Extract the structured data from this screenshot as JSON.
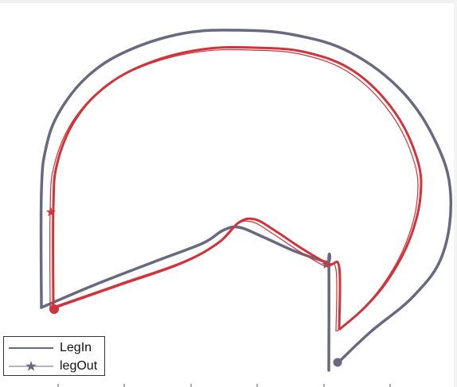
{
  "colors": {
    "legIn": "#686880",
    "legOut": "#d0333a",
    "axis": "#555555"
  },
  "legend": {
    "items": [
      {
        "label": "LegIn",
        "marker": "line"
      },
      {
        "label": "legOut",
        "marker": "star"
      }
    ]
  },
  "chart_data": {
    "type": "line",
    "title": "",
    "xlabel": "",
    "ylabel": "",
    "xlim": [
      0,
      574
    ],
    "ylim": [
      0,
      487
    ],
    "grid": false,
    "legend_position": "bottom-left",
    "series": [
      {
        "name": "LegIn",
        "color": "#686880",
        "paths": [
          [
            [
              52,
              387
            ],
            [
              52,
              242
            ],
            [
              58,
              185
            ],
            [
              75,
              140
            ],
            [
              110,
              96
            ],
            [
              160,
              64
            ],
            [
              230,
              42
            ],
            [
              300,
              38
            ],
            [
              370,
              44
            ],
            [
              440,
              66
            ],
            [
              505,
              115
            ],
            [
              548,
              180
            ],
            [
              566,
              245
            ],
            [
              556,
              320
            ],
            [
              520,
              372
            ],
            [
              465,
              418
            ],
            [
              425,
              456
            ]
          ],
          [
            [
              52,
              387
            ],
            [
              120,
              358
            ],
            [
              200,
              327
            ],
            [
              255,
              306
            ],
            [
              280,
              290
            ],
            [
              300,
              286
            ],
            [
              330,
              298
            ],
            [
              370,
              316
            ],
            [
              410,
              330
            ],
            [
              413,
              330
            ],
            [
              413,
              466
            ]
          ]
        ],
        "start_marker": {
          "shape": "circle",
          "x": 424,
          "y": 456
        },
        "end_marker": {
          "shape": "star",
          "x": 410,
          "y": 333
        }
      },
      {
        "name": "legOut",
        "color": "#d0333a",
        "paths": [
          [
            [
              67,
              387
            ],
            [
              67,
              262
            ],
            [
              72,
              205
            ],
            [
              95,
              150
            ],
            [
              135,
              107
            ],
            [
              190,
              78
            ],
            [
              255,
              62
            ],
            [
              320,
              60
            ],
            [
              385,
              66
            ],
            [
              445,
              90
            ],
            [
              495,
              140
            ],
            [
              524,
              200
            ],
            [
              528,
              248
            ],
            [
              515,
              300
            ],
            [
              490,
              348
            ],
            [
              460,
              385
            ],
            [
              427,
              414
            ]
          ],
          [
            [
              67,
              387
            ],
            [
              150,
              358
            ],
            [
              230,
              330
            ],
            [
              275,
              305
            ],
            [
              300,
              280
            ],
            [
              320,
              276
            ],
            [
              345,
              290
            ],
            [
              378,
              312
            ],
            [
              412,
              332
            ],
            [
              426,
              336
            ],
            [
              426,
              414
            ]
          ]
        ],
        "start_marker": {
          "shape": "circle",
          "x": 68,
          "y": 389
        },
        "end_marker": {
          "shape": "star",
          "x": 64,
          "y": 267
        }
      }
    ],
    "x_ticks": [
      73,
      156,
      240,
      323,
      407,
      490
    ]
  }
}
